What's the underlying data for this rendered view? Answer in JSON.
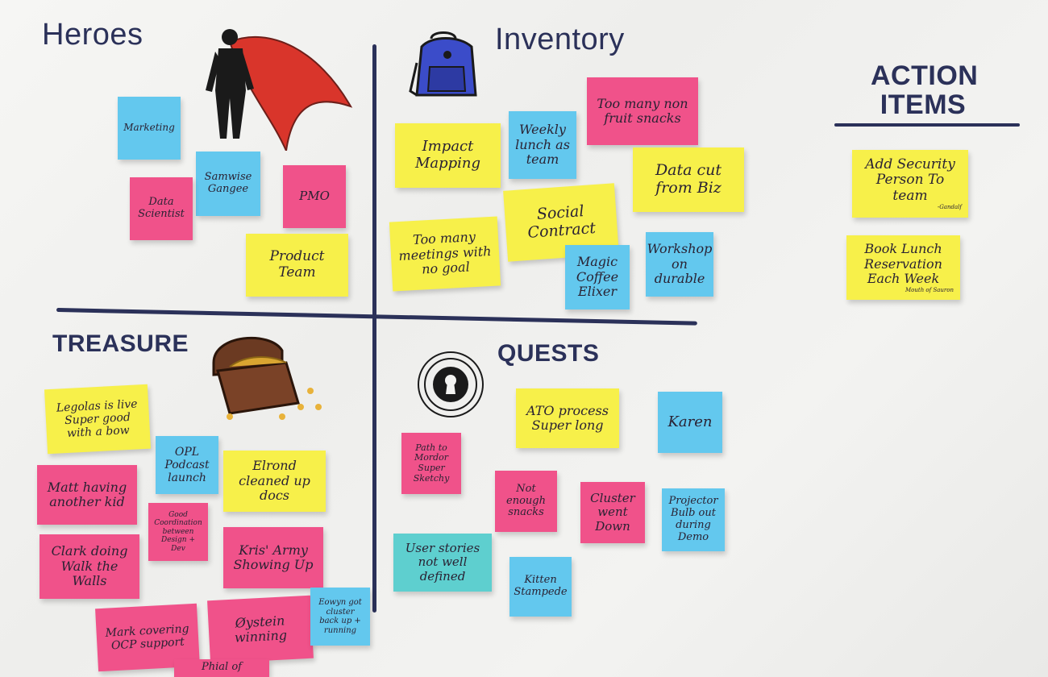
{
  "headings": {
    "heroes": "Heroes",
    "inventory": "Inventory",
    "action_items": "ACTION\nITEMS",
    "treasure": "TREASURE",
    "quests": "QUESTS"
  },
  "heroes_notes": {
    "marketing": "Marketing",
    "samwise": "Samwise Gangee",
    "data_scientist": "Data Scientist",
    "pmo": "PMO",
    "product_team": "Product Team"
  },
  "inventory_notes": {
    "too_many_non_fruit": "Too many non fruit snacks",
    "impact_mapping": "Impact Mapping",
    "weekly_lunch": "Weekly lunch as team",
    "data_cut": "Data cut from Biz",
    "social_contract": "Social Contract",
    "too_many_meetings": "Too many meetings with no goal",
    "magic_coffee": "Magic Coffee Elixer",
    "workshop": "Workshop on durable"
  },
  "action_notes": {
    "add_security": "Add Security Person To team",
    "add_security_sig": "-Gandalf",
    "book_lunch": "Book Lunch Reservation Each Week",
    "book_lunch_sig": "Mouth of Sauron"
  },
  "treasure_notes": {
    "legolas": "Legolas is live Super good with a bow",
    "matt": "Matt having another kid",
    "opl": "OPL Podcast launch",
    "elrond": "Elrond cleaned up docs",
    "good_coord": "Good Coordination between Design + Dev",
    "clark": "Clark doing Walk the Walls",
    "kris": "Kris' Army Showing Up",
    "mark": "Mark covering OCP support",
    "oystein": "Øystein winning",
    "eowyn": "Eowyn got cluster back up + running",
    "phial": "Phial of"
  },
  "quest_notes": {
    "ato": "ATO process Super long",
    "karen": "Karen",
    "path_mordor": "Path to Mordor Super Sketchy",
    "not_enough": "Not enough snacks",
    "cluster": "Cluster went Down",
    "projector": "Projector Bulb out during Demo",
    "user_stories": "User stories not well defined",
    "kitten": "Kitten Stampede"
  },
  "colors": {
    "ink": "#2b3159",
    "yellow_note": "#f7f04a",
    "pink_note": "#f0528a",
    "blue_note": "#63c8ee",
    "teal_note": "#5ecfcf"
  }
}
